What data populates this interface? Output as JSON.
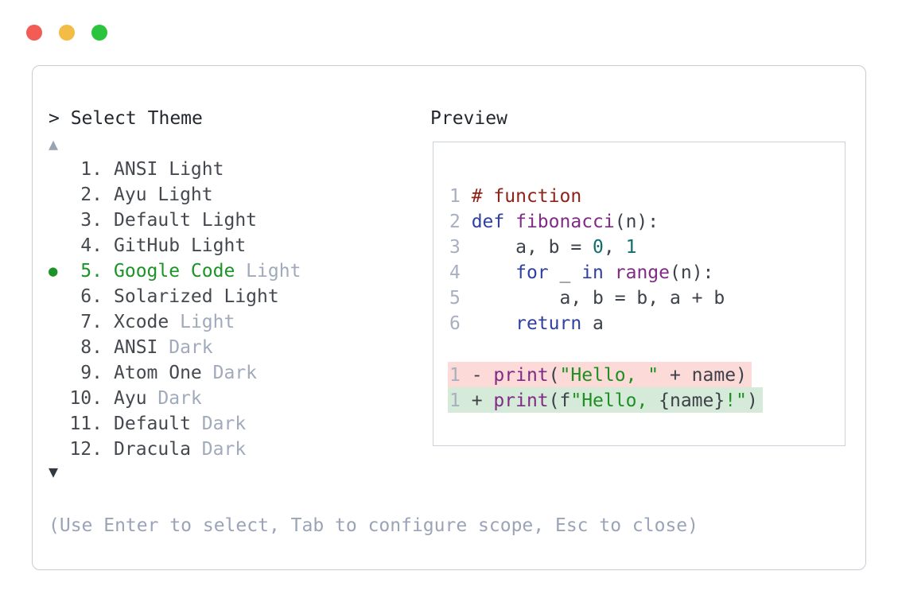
{
  "window": {
    "traffic_lights": [
      {
        "name": "close",
        "color": "#f25c54"
      },
      {
        "name": "minimize",
        "color": "#f3bc44"
      },
      {
        "name": "zoom",
        "color": "#2bc53d"
      }
    ]
  },
  "picker": {
    "prompt": "> Select Theme",
    "up_arrow": "▲",
    "down_arrow": "▼",
    "selected_bullet": "●",
    "items": [
      {
        "number": "1.",
        "name": "ANSI",
        "variant": "Light",
        "variant_muted": false,
        "selected": false
      },
      {
        "number": "2.",
        "name": "Ayu",
        "variant": "Light",
        "variant_muted": false,
        "selected": false
      },
      {
        "number": "3.",
        "name": "Default",
        "variant": "Light",
        "variant_muted": false,
        "selected": false
      },
      {
        "number": "4.",
        "name": "GitHub",
        "variant": "Light",
        "variant_muted": false,
        "selected": false
      },
      {
        "number": "5.",
        "name": "Google Code",
        "variant": "Light",
        "variant_muted": true,
        "selected": true
      },
      {
        "number": "6.",
        "name": "Solarized",
        "variant": "Light",
        "variant_muted": false,
        "selected": false
      },
      {
        "number": "7.",
        "name": "Xcode",
        "variant": "Light",
        "variant_muted": true,
        "selected": false
      },
      {
        "number": "8.",
        "name": "ANSI",
        "variant": "Dark",
        "variant_muted": true,
        "selected": false
      },
      {
        "number": "9.",
        "name": "Atom One",
        "variant": "Dark",
        "variant_muted": true,
        "selected": false
      },
      {
        "number": "10.",
        "name": "Ayu",
        "variant": "Dark",
        "variant_muted": true,
        "selected": false
      },
      {
        "number": "11.",
        "name": "Default",
        "variant": "Dark",
        "variant_muted": true,
        "selected": false
      },
      {
        "number": "12.",
        "name": "Dracula",
        "variant": "Dark",
        "variant_muted": true,
        "selected": false
      }
    ],
    "hint": "(Use Enter to select, Tab to configure scope, Esc to close)"
  },
  "preview": {
    "title": "Preview",
    "code_lines": [
      {
        "tokens": [
          {
            "t": "1 ",
            "c": "lineno"
          },
          {
            "t": "# function",
            "c": "comment"
          }
        ]
      },
      {
        "tokens": [
          {
            "t": "2 ",
            "c": "lineno"
          },
          {
            "t": "def",
            "c": "keyword"
          },
          {
            "t": " ",
            "c": "plain"
          },
          {
            "t": "fibonacci",
            "c": "func"
          },
          {
            "t": "(n):",
            "c": "plain"
          }
        ]
      },
      {
        "tokens": [
          {
            "t": "3 ",
            "c": "lineno"
          },
          {
            "t": "    a, b = ",
            "c": "plain"
          },
          {
            "t": "0",
            "c": "literal"
          },
          {
            "t": ", ",
            "c": "plain"
          },
          {
            "t": "1",
            "c": "literal"
          }
        ]
      },
      {
        "tokens": [
          {
            "t": "4 ",
            "c": "lineno"
          },
          {
            "t": "    ",
            "c": "plain"
          },
          {
            "t": "for",
            "c": "keyword"
          },
          {
            "t": " _ ",
            "c": "plain"
          },
          {
            "t": "in",
            "c": "keyword"
          },
          {
            "t": " ",
            "c": "plain"
          },
          {
            "t": "range",
            "c": "func"
          },
          {
            "t": "(n):",
            "c": "plain"
          }
        ]
      },
      {
        "tokens": [
          {
            "t": "5 ",
            "c": "lineno"
          },
          {
            "t": "        a, b = b, a + b",
            "c": "plain"
          }
        ]
      },
      {
        "tokens": [
          {
            "t": "6 ",
            "c": "lineno"
          },
          {
            "t": "    ",
            "c": "plain"
          },
          {
            "t": "return",
            "c": "keyword"
          },
          {
            "t": " a",
            "c": "plain"
          }
        ]
      },
      {
        "tokens": []
      },
      {
        "diff": "removed",
        "tokens": [
          {
            "t": "1 ",
            "c": "lineno"
          },
          {
            "t": "- ",
            "c": "plain"
          },
          {
            "t": "print",
            "c": "func"
          },
          {
            "t": "(",
            "c": "plain"
          },
          {
            "t": "\"Hello, \"",
            "c": "string"
          },
          {
            "t": " + name)",
            "c": "plain"
          }
        ]
      },
      {
        "diff": "added",
        "tokens": [
          {
            "t": "1 ",
            "c": "lineno"
          },
          {
            "t": "+ ",
            "c": "plain"
          },
          {
            "t": "print",
            "c": "func"
          },
          {
            "t": "(f",
            "c": "plain"
          },
          {
            "t": "\"Hello, ",
            "c": "string"
          },
          {
            "t": "{name}",
            "c": "plain"
          },
          {
            "t": "!\"",
            "c": "string"
          },
          {
            "t": ")",
            "c": "plain"
          }
        ]
      }
    ]
  },
  "colors": {
    "border": "#c7ccd4",
    "box_border": "#ccd0d8",
    "text": "#23272e",
    "list_text": "#45494f",
    "muted": "#a0aaba",
    "hint": "#9aa4b6",
    "arrow_up": "#99a3b4",
    "arrow_down": "#343840",
    "selected_green": "#1b9326",
    "lineno": "#a7afc0",
    "plain": "#3d4149",
    "comment": "#8e231a",
    "keyword": "#3040a0",
    "func": "#802b85",
    "literal": "#0f6f6f",
    "string": "#1e9022",
    "diff_removed_bg": "#fbdad7",
    "diff_added_bg": "#d6ead9"
  }
}
